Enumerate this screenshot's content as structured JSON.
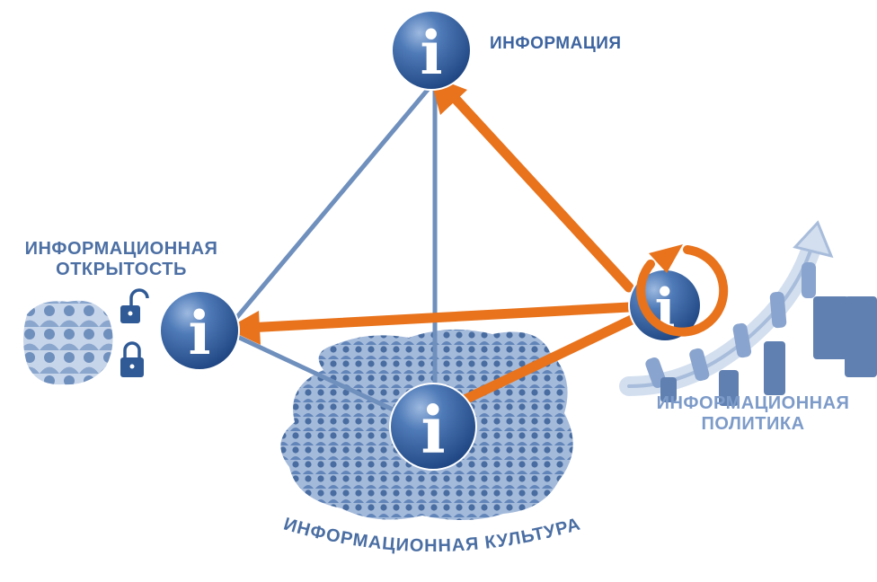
{
  "nodes": {
    "information": {
      "label": "ИНФОРМАЦИЯ",
      "icon": "info-icon"
    },
    "openness": {
      "label_line1": "ИНФОРМАЦИОННАЯ",
      "label_line2": "ОТКРЫТОСТЬ",
      "icon": "info-icon"
    },
    "culture": {
      "label": "ИНФОРМАЦИОННАЯ КУЛЬТУРА",
      "icon": "info-icon"
    },
    "policy": {
      "label_line1": "ИНФОРМАЦИОННАЯ",
      "label_line2": "ПОЛИТИКА",
      "icon": "info-icon"
    }
  },
  "icon_glyph": "i",
  "decorations": {
    "openness_people": "people-group-icon",
    "lock_open": "padlock-open-icon",
    "lock_closed": "padlock-closed-icon",
    "crowd": "crowd-image",
    "hands_rope_arrow": "hands-pulling-rope-arrow-image"
  },
  "colors": {
    "node_fill": "#2f5a96",
    "node_highlight": "#8fb0dc",
    "edge": "#6f8fbd",
    "arrow": "#e8731c",
    "label": "#4a6ea3",
    "label_light": "#7d9bc9"
  }
}
